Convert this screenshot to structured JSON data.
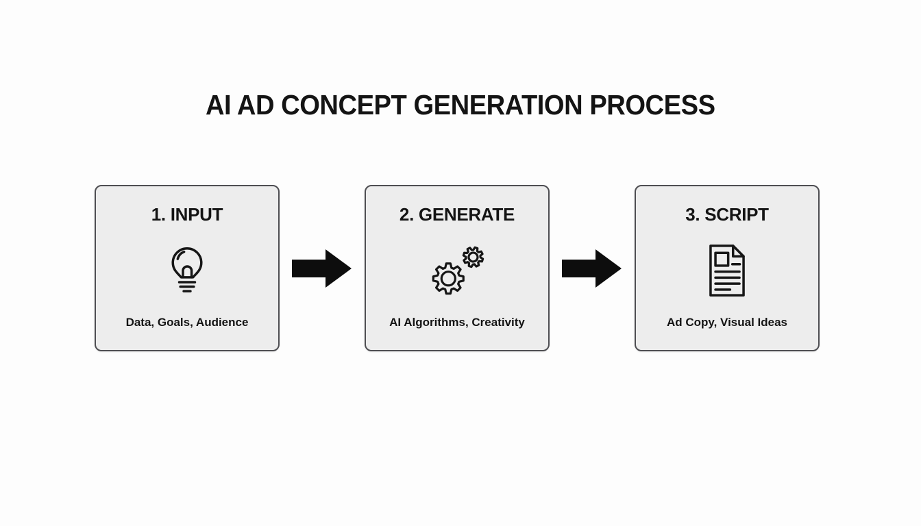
{
  "title": "AI AD CONCEPT GENERATION PROCESS",
  "colors": {
    "page_bg": "#fdfdfd",
    "box_bg": "#ededed",
    "box_border": "#4e4e52",
    "text": "#141414",
    "arrow": "#0d0d0d"
  },
  "steps": [
    {
      "label": "1. INPUT",
      "icon": "lightbulb-icon",
      "caption": "Data, Goals, Audience"
    },
    {
      "label": "2. GENERATE",
      "icon": "gears-icon",
      "caption": "AI Algorithms, Creativity"
    },
    {
      "label": "3. SCRIPT",
      "icon": "document-icon",
      "caption": "Ad Copy, Visual Ideas"
    }
  ],
  "arrow_direction": "right"
}
